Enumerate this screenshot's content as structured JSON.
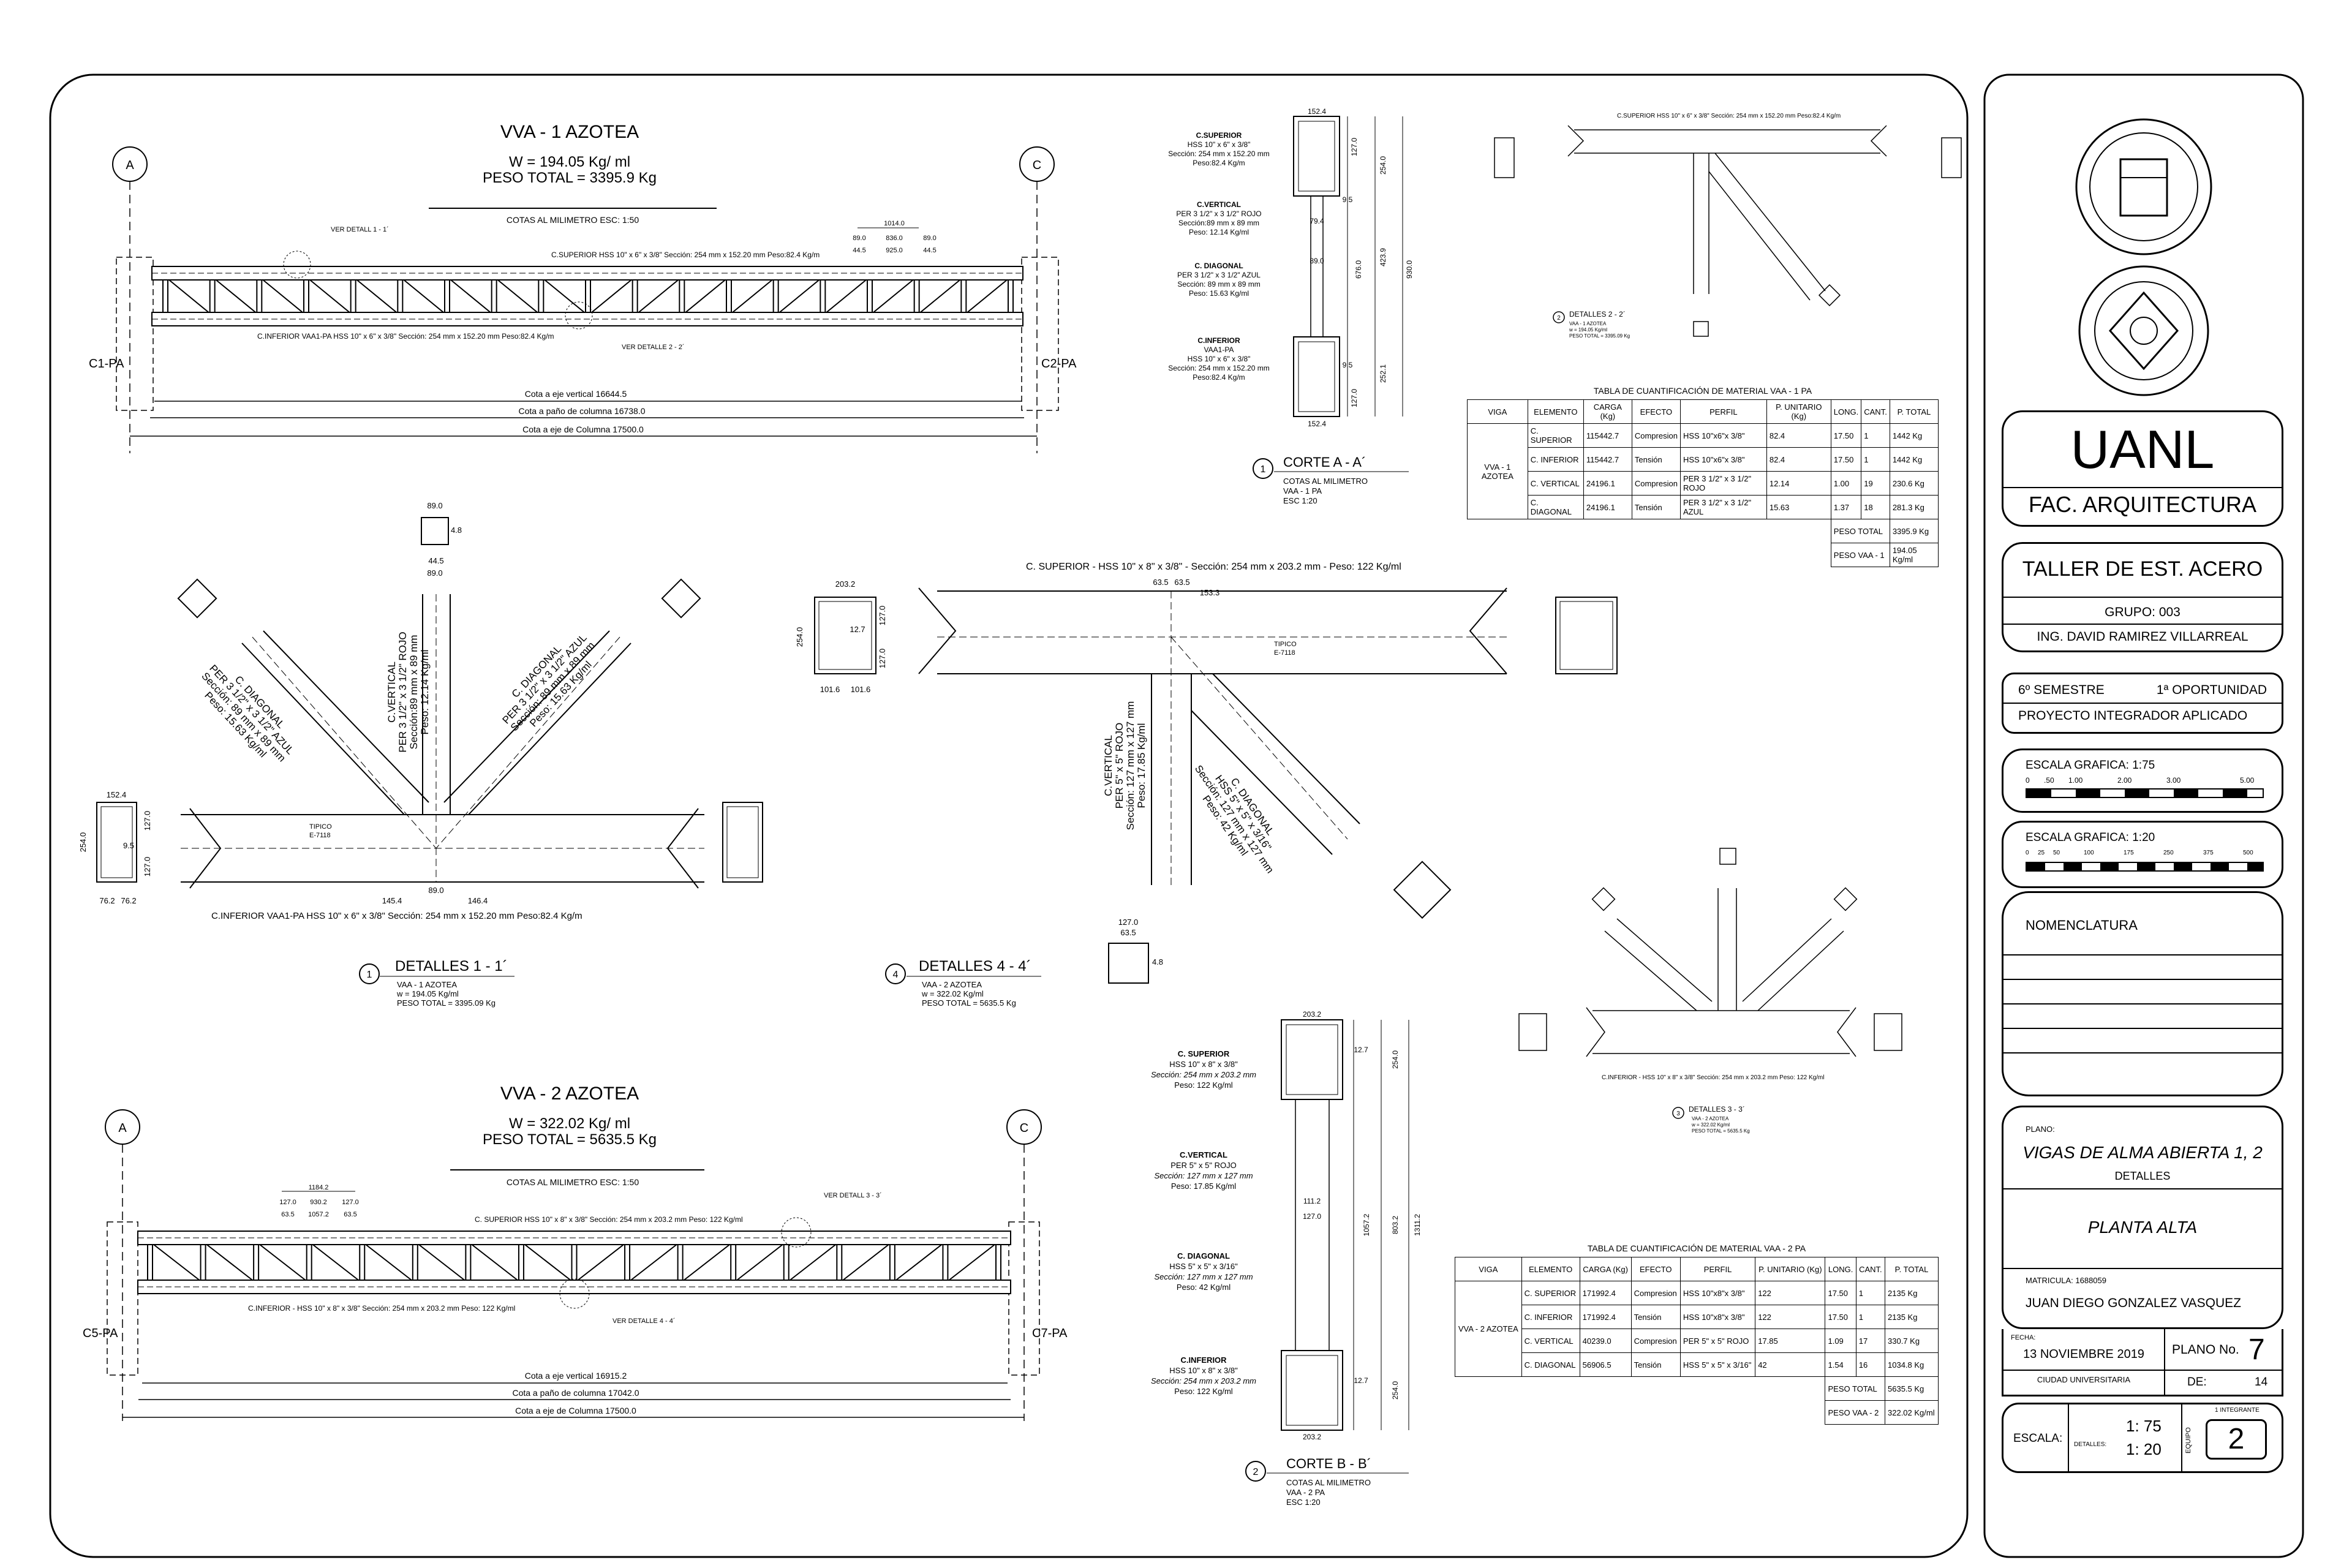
{
  "title_block": {
    "school": "UANL",
    "faculty": "FAC. ARQUITECTURA",
    "workshop": "TALLER DE EST. ACERO",
    "group": "GRUPO:  003",
    "teacher": "ING. DAVID RAMIREZ VILLARREAL",
    "semester": "6º SEMESTRE",
    "opportunity": "1ª OPORTUNIDAD",
    "project": "PROYECTO INTEGRADOR APLICADO",
    "scale1_label": "ESCALA GRAFICA:  1:75",
    "scale1_ticks": [
      "0",
      ".50",
      "1.00",
      "2.00",
      "3.00",
      "5.00"
    ],
    "scale2_label": "ESCALA GRAFICA:  1:20",
    "scale2_ticks": [
      "0",
      "25",
      "50",
      "100",
      "175",
      "250",
      "375",
      "500"
    ],
    "nomenclature": "NOMENCLATURA",
    "plano_label": "PLANO:",
    "plano_title": "VIGAS DE ALMA ABIERTA 1, 2",
    "plano_sub": "DETALLES",
    "plano_level": "PLANTA ALTA",
    "matricula_label": "MATRICULA: 1688059",
    "student": "JUAN DIEGO GONZALEZ VASQUEZ",
    "date_label": "FECHA:",
    "date": "13 NOVIEMBRE 2019",
    "campus": "CIUDAD UNIVERSITARIA",
    "plano_no_label": "PLANO No.",
    "plano_no": "7",
    "de_label": "DE:",
    "de": "14",
    "escala_label": "ESCALA:",
    "escala1": "1: 75",
    "detalles_label": "DETALLES:",
    "escala2": "1: 20",
    "integrante_label": "1 INTEGRANTE",
    "equipo_label": "EQUIPO",
    "equipo": "2"
  },
  "beam1": {
    "title": "VVA - 1 AZOTEA",
    "weight": "W = 194.05 Kg/ ml",
    "total": "PESO TOTAL = 3395.9 Kg",
    "cotas": "COTAS AL MILIMETRO   ESC: 1:50",
    "axis_a": "A",
    "axis_c": "C",
    "col_left": "C1-PA",
    "col_right": "C2-PA",
    "sup_label": "C.SUPERIOR   HSS 10\" x 6\" x 3/8\"    Sección: 254 mm x 152.20 mm   Peso:82.4 Kg/m",
    "inf_label": "C.INFERIOR  VAA1-PA  HSS 10\" x 6\" x 3/8\"    Sección: 254 mm x 152.20 mm   Peso:82.4 Kg/m",
    "detail_ref1": "VER DETALL 1 - 1´",
    "detail_ref2": "VER DETALLE 2 - 2´",
    "dim1": "Cota a eje vertical   16644.5",
    "dim2": "Cota a paño de columna   16738.0",
    "dim3": "Cota a eje de Columna   17500.0",
    "panel_dims": [
      "1014.0",
      "836.0",
      "89.0",
      "89.0",
      "44.5",
      "925.0",
      "44.5"
    ]
  },
  "beam2": {
    "title": "VVA - 2 AZOTEA",
    "weight": "W = 322.02 Kg/ ml",
    "total": "PESO TOTAL = 5635.5 Kg",
    "cotas": "COTAS AL MILIMETRO   ESC: 1:50",
    "axis_a": "A",
    "axis_c": "C",
    "col_left": "C5-PA",
    "col_right": "C7-PA",
    "sup_label": "C. SUPERIOR  HSS 10\" x 8\" x 3/8\"   Sección: 254 mm x 203.2 mm   Peso: 122 Kg/ml",
    "inf_label": "C.INFERIOR  -  HSS 10\" x 8\" x 3/8\"   Sección: 254 mm x 203.2 mm   Peso: 122 Kg/ml",
    "detail_ref1": "VER DETALL 3 - 3´",
    "detail_ref2": "VER DETALLE 4 - 4´",
    "dim1": "Cota a eje vertical   16915.2",
    "dim2": "Cota a paño de columna   17042.0",
    "dim3": "Cota a eje de Columna   17500.0",
    "panel_dims": [
      "1184.2",
      "930.2",
      "127.0",
      "127.0",
      "63.5",
      "1057.2",
      "63.5"
    ]
  },
  "corte_a": {
    "title": "CORTE A - A´",
    "num": "1",
    "sub1": "COTAS AL MILIMETRO",
    "sub2": "VAA - 1 PA",
    "sub3": "ESC  1:20",
    "dims": [
      "152.4",
      "127.0",
      "254.0",
      "9.5",
      "79.4",
      "89.0",
      "676.0",
      "423.9",
      "930.0",
      "9.5",
      "252.1",
      "127.0",
      "152.4"
    ],
    "labels": [
      {
        "t": "C.SUPERIOR",
        "a": "HSS 10\" x 6\" x 3/8\"",
        "b": "Sección: 254 mm x 152.20 mm",
        "c": "Peso:82.4 Kg/m"
      },
      {
        "t": "C.VERTICAL",
        "a": "PER 3 1/2\" x 3 1/2\" ROJO",
        "b": "Sección:89 mm x 89  mm",
        "c": "Peso: 12.14 Kg/ml"
      },
      {
        "t": "C. DIAGONAL",
        "a": "PER 3 1/2\" x 3 1/2\" AZUL",
        "b": "Sección: 89 mm x 89  mm",
        "c": "Peso: 15.63 Kg/ml"
      },
      {
        "t": "C.INFERIOR",
        "a": "VAA1-PA",
        "b": "HSS 10\" x 6\" x 3/8\"",
        "c": "Sección: 254 mm x 152.20 mm",
        "d": "Peso:82.4 Kg/m"
      }
    ]
  },
  "corte_b": {
    "title": "CORTE B - B´",
    "num": "2",
    "sub1": "COTAS AL MILIMETRO",
    "sub2": "VAA - 2 PA",
    "sub3": "ESC  1:20",
    "dims": [
      "203.2",
      "12.7",
      "254.0",
      "111.2",
      "127.0",
      "1057.2",
      "803.2",
      "1311.2",
      "12.7",
      "254.0",
      "203.2"
    ],
    "labels": [
      {
        "t": "C. SUPERIOR",
        "a": "HSS 10\" x 8\" x 3/8\"",
        "b": "Sección: 254 mm x 203.2 mm",
        "c": "Peso: 122 Kg/ml"
      },
      {
        "t": "C.VERTICAL",
        "a": "PER 5\" x 5\" ROJO",
        "b": "Sección: 127 mm x 127 mm",
        "c": "Peso: 17.85 Kg/ml"
      },
      {
        "t": "C. DIAGONAL",
        "a": "HSS 5\" x 5\" x 3/16\"",
        "b": "Sección: 127 mm x 127 mm",
        "c": "Peso: 42 Kg/ml"
      },
      {
        "t": "C.INFERIOR",
        "a": "HSS 10\" x 8\" x 3/8\"",
        "b": "Sección: 254 mm x 203.2 mm",
        "c": "Peso: 122 Kg/ml"
      }
    ]
  },
  "detail1": {
    "num": "1",
    "title": "DETALLES 1 - 1´",
    "sub1": "VAA - 1 AZOTEA",
    "sub2": "w = 194.05 Kg/ml",
    "sub3": "PESO TOTAL = 3395.09 Kg",
    "bottom_label": "C.INFERIOR  VAA1-PA  HSS 10\" x 6\" x 3/8\"     Sección: 254 mm x 152.20 mm    Peso:82.4 Kg/m",
    "vertical_label": [
      "C.VERTICAL",
      "PER 3 1/2\" x 3 1/2\" ROJO",
      "Sección:89 mm x 89  mm",
      "Peso: 12.14 Kg/ml"
    ],
    "diag_l_label": [
      "C. DIAGONAL",
      "PER 3 1/2\" x 3 1/2\" AZUL",
      "Sección: 89 mm x 89  mm",
      "Peso: 15.63 Kg/ml"
    ],
    "diag_r_label": [
      "C. DIAGONAL",
      "PER 3 1/2\" x 3 1/2\" AZUL",
      "Sección: 89 mm x 89  mm",
      "Peso: 15.63 Kg/ml"
    ],
    "typ": "TIPICO",
    "typ2": "E-7118",
    "dims": [
      "145.4",
      "89.0",
      "146.4",
      "152.4",
      "254.0",
      "127.0",
      "9.5",
      "127.0",
      "76.2",
      "76.2",
      "89.0",
      "89.0",
      "4.8",
      "44.5"
    ]
  },
  "detail4": {
    "num": "4",
    "title": "DETALLES 4 - 4´",
    "sub1": "VAA - 2 AZOTEA",
    "sub2": "w = 322.02 Kg/ml",
    "sub3": "PESO TOTAL = 5635.5 Kg",
    "top_label": "C. SUPERIOR  -  HSS 10\" x 8\" x 3/8\"  -  Sección: 254 mm x 203.2 mm  -  Peso: 122 Kg/ml",
    "vertical_label": [
      "C.VERTICAL",
      "PER 5\" x 5\" ROJO",
      "Sección: 127 mm x 127 mm",
      "Peso: 17.85 Kg/ml"
    ],
    "diag_label": [
      "C. DIAGONAL",
      "HSS 5\" x 5\" x 3/16\"",
      "Sección: 127 mm x 127 mm",
      "Peso: 42 Kg/ml"
    ],
    "typ": "TIPICO",
    "typ2": "E-7118",
    "dims": [
      "63.5",
      "63.5",
      "153.3",
      "203.2",
      "254.0",
      "12.7",
      "127.0",
      "127.0",
      "101.6",
      "101.6",
      "127.0",
      "63.5",
      "4.8"
    ]
  },
  "detail2": {
    "num": "2",
    "title": "DETALLES 2 - 2´",
    "sub1": "VAA - 1 AZOTEA",
    "sub2": "w = 194.05 Kg/ml",
    "sub3": "PESO TOTAL = 3395.09 Kg",
    "top_label": "C.SUPERIOR   HSS 10\" x 6\" x 3/8\"    Sección: 254 mm x 152.20 mm   Peso:82.4 Kg/m"
  },
  "detail3": {
    "num": "3",
    "title": "DETALLES 3 - 3´",
    "sub1": "VAA - 2 AZOTEA",
    "sub2": "w = 322.02 Kg/ml",
    "sub3": "PESO TOTAL = 5635.5 Kg",
    "bottom_label": "C.INFERIOR  -  HSS 10\" x 8\" x 3/8\"   Sección: 254 mm x 203.2 mm   Peso: 122 Kg/ml"
  },
  "table1": {
    "title": "TABLA DE CUANTIFICACIÓN DE MATERIAL VAA - 1 PA",
    "headers": [
      "VIGA",
      "ELEMENTO",
      "CARGA (Kg)",
      "EFECTO",
      "PERFIL",
      "P. UNITARIO (Kg)",
      "LONG.",
      "CANT.",
      "P. TOTAL"
    ],
    "viga": "VVA - 1 AZOTEA",
    "rows": [
      [
        "C. SUPERIOR",
        "115442.7",
        "Compresion",
        "HSS 10\"x6\"x 3/8\"",
        "82.4",
        "17.50",
        "1",
        "1442  Kg"
      ],
      [
        "C. INFERIOR",
        "115442.7",
        "Tensión",
        "HSS 10\"x6\"x 3/8\"",
        "82.4",
        "17.50",
        "1",
        "1442  Kg"
      ],
      [
        "C. VERTICAL",
        "24196.1",
        "Compresion",
        "PER 3 1/2\" x 3 1/2\" ROJO",
        "12.14",
        "1.00",
        "19",
        "230.6  Kg"
      ],
      [
        "C. DIAGONAL",
        "24196.1",
        "Tensión",
        "PER 3 1/2\" x 3 1/2\" AZUL",
        "15.63",
        "1.37",
        "18",
        "281.3  Kg"
      ]
    ],
    "total_label": "PESO TOTAL",
    "total": "3395.9  Kg",
    "w_label": "PESO VAA - 1",
    "w": "194.05  Kg/ml"
  },
  "table2": {
    "title": "TABLA DE CUANTIFICACIÓN DE MATERIAL VAA - 2 PA",
    "headers": [
      "VIGA",
      "ELEMENTO",
      "CARGA (Kg)",
      "EFECTO",
      "PERFIL",
      "P. UNITARIO (Kg)",
      "LONG.",
      "CANT.",
      "P. TOTAL"
    ],
    "viga": "VVA - 2 AZOTEA",
    "rows": [
      [
        "C. SUPERIOR",
        "171992.4",
        "Compresion",
        "HSS 10\"x8\"x 3/8\"",
        "122",
        "17.50",
        "1",
        "2135  Kg"
      ],
      [
        "C. INFERIOR",
        "171992.4",
        "Tensión",
        "HSS 10\"x8\"x 3/8\"",
        "122",
        "17.50",
        "1",
        "2135  Kg"
      ],
      [
        "C. VERTICAL",
        "40239.0",
        "Compresion",
        "PER 5\" x 5\" ROJO",
        "17.85",
        "1.09",
        "17",
        "330.7  Kg"
      ],
      [
        "C. DIAGONAL",
        "56906.5",
        "Tensión",
        "HSS 5\" x 5\" x 3/16\"",
        "42",
        "1.54",
        "16",
        "1034.8  Kg"
      ]
    ],
    "total_label": "PESO TOTAL",
    "total": "5635.5 Kg",
    "w_label": "PESO VAA - 2",
    "w": "322.02  Kg/ml"
  }
}
